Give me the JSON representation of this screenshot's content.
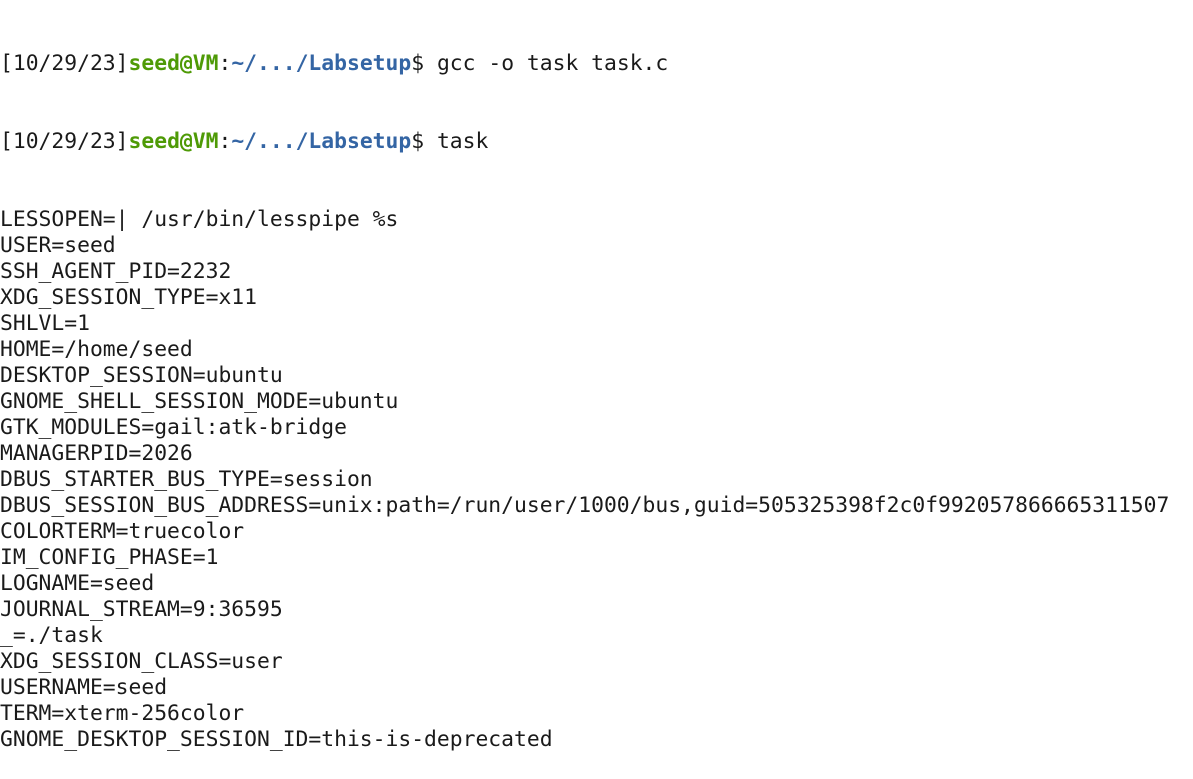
{
  "colors": {
    "background": "#ffffff",
    "text": "#1a1a1a",
    "user": "#4e9a06",
    "path": "#3465a4"
  },
  "prompts": [
    {
      "date": "[10/29/23]",
      "user": "seed@VM",
      "sep": ":",
      "path": "~/.../Labsetup",
      "symbol": "$ ",
      "command": "gcc -o task task.c"
    },
    {
      "date": "[10/29/23]",
      "user": "seed@VM",
      "sep": ":",
      "path": "~/.../Labsetup",
      "symbol": "$ ",
      "command": "task"
    }
  ],
  "output": [
    "LESSOPEN=| /usr/bin/lesspipe %s",
    "USER=seed",
    "SSH_AGENT_PID=2232",
    "XDG_SESSION_TYPE=x11",
    "SHLVL=1",
    "HOME=/home/seed",
    "DESKTOP_SESSION=ubuntu",
    "GNOME_SHELL_SESSION_MODE=ubuntu",
    "GTK_MODULES=gail:atk-bridge",
    "MANAGERPID=2026",
    "DBUS_STARTER_BUS_TYPE=session",
    "DBUS_SESSION_BUS_ADDRESS=unix:path=/run/user/1000/bus,guid=505325398f2c0f992057866665311507",
    "COLORTERM=truecolor",
    "IM_CONFIG_PHASE=1",
    "LOGNAME=seed",
    "JOURNAL_STREAM=9:36595",
    "_=./task",
    "XDG_SESSION_CLASS=user",
    "USERNAME=seed",
    "TERM=xterm-256color",
    "GNOME_DESKTOP_SESSION_ID=this-is-deprecated"
  ]
}
